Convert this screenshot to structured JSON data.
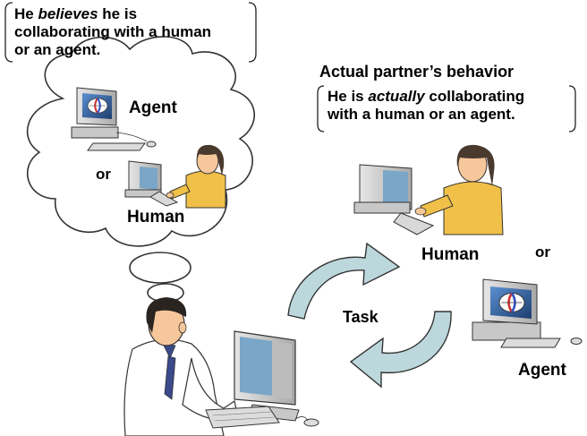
{
  "belief": {
    "line1_pre": "He ",
    "line1_em": "believes",
    "line1_post": " he is",
    "line2": "collaborating with a human",
    "line3": "or an agent."
  },
  "thought": {
    "agent_label": "Agent",
    "or_label": "or",
    "human_label": "Human"
  },
  "actual": {
    "heading": "Actual partner’s behavior",
    "line1_pre": "He is ",
    "line1_em": "actually",
    "line1_post": " collaborating",
    "line2": "with a human or an agent."
  },
  "partners": {
    "human_label": "Human",
    "or_label": "or",
    "agent_label": "Agent"
  },
  "task_label": "Task",
  "colors": {
    "arrow_fill": "#bcd8dc",
    "skin": "#f5c79a",
    "hair": "#4a3a2e",
    "sweater": "#f0c048",
    "monitor": "#d4d4d4",
    "screen": "#3a6aa0"
  }
}
